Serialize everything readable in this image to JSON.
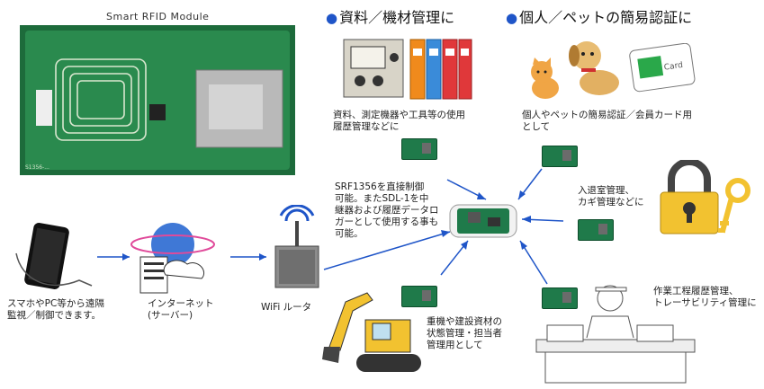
{
  "module": {
    "title": "Smart  RFID  Module"
  },
  "headings": {
    "materials": "資料／機材管理に",
    "personal": "個人／ペットの簡易認証に"
  },
  "captions": {
    "materials": "資料、測定機器や工具等の使用\n履歴管理などに",
    "personal": "個人やペットの簡易認証／会員カード用\nとして",
    "entry": "入退室管理、\nカギ管理などに",
    "process": "作業工程履歴管理、\nトレーサビリティ管理に",
    "machinery": "重機や建設資材の\n状態管理・担当者\n管理用として",
    "wifi": "WiFi ルータ",
    "internet": "インターネット\n(サーバー)",
    "smartphone": "スマホやPC等から遠隔\n監視／制御できます。",
    "center": "SRF1356を直接制御\n可能。またSDL-1を中\n継器および履歴データロ\nガーとして使用する事も\n可能。"
  },
  "colors": {
    "accent": "#1f55c8",
    "pcb": "#1f7a4a",
    "link": "#1f55c8"
  }
}
